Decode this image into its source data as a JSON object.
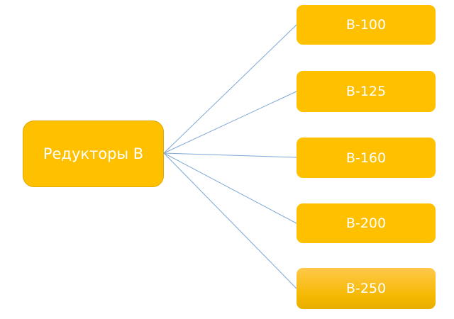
{
  "root": {
    "label": "Редукторы В"
  },
  "children": [
    {
      "label": "В-100"
    },
    {
      "label": "В-125"
    },
    {
      "label": "В-160"
    },
    {
      "label": "В-200"
    },
    {
      "label": "В-250"
    }
  ],
  "colors": {
    "node_fill": "#FFC000",
    "connector": "#5B9BD5",
    "text": "#FFFFFF"
  }
}
